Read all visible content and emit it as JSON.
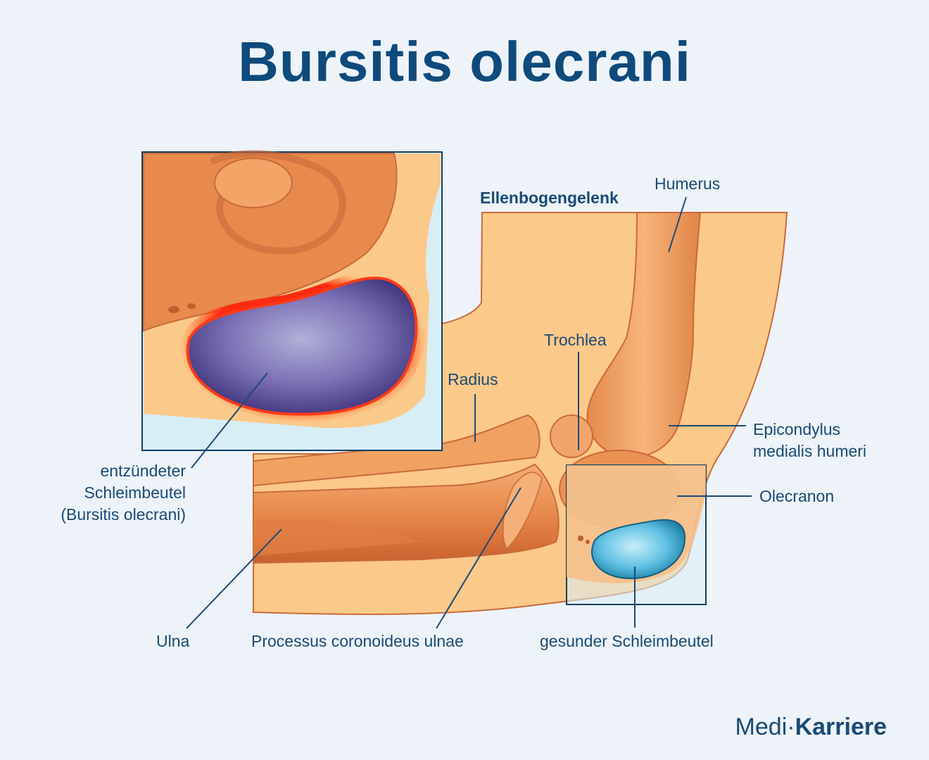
{
  "title": "Bursitis olecrani",
  "section_label": "Ellenbogengelenk",
  "labels": {
    "humerus": "Humerus",
    "trochlea": "Trochlea",
    "radius": "Radius",
    "epicondylus_1": "Epicondylus",
    "epicondylus_2": "medialis humeri",
    "olecranon": "Olecranon",
    "bursitis_1": "entzündeter",
    "bursitis_2": "Schleimbeutel",
    "bursitis_3": "(Bursitis olecrani)",
    "ulna": "Ulna",
    "coronoid": "Processus coronoideus ulnae",
    "healthy_bursa": "gesunder Schleimbeutel"
  },
  "logo": {
    "part1": "Medi",
    "part2": "Karriere"
  },
  "colors": {
    "title": "#0f4a7c",
    "label": "#1b4a76",
    "skin": "#fbc98a",
    "bone": "#f0a262",
    "bone_dark": "#cf6a35",
    "inflamed_bursa": "#5a4f96",
    "inflammation_glow": "#ff3b1f",
    "healthy_bursa": "#4fb6dc",
    "background": "#edf3f9"
  }
}
